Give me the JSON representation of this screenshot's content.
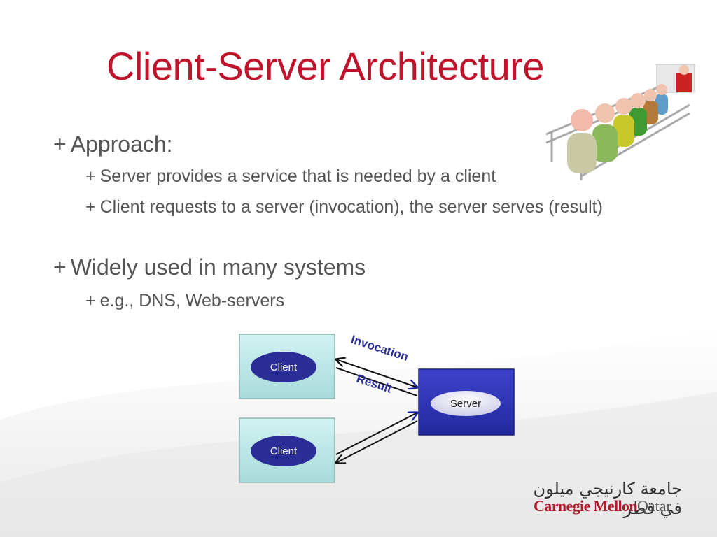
{
  "slide": {
    "title": "Client-Server Architecture",
    "bullets": [
      {
        "marker": "+",
        "text": "Approach:",
        "children": [
          {
            "marker": "+",
            "text": "Server provides a service that is needed by a client"
          },
          {
            "marker": "+",
            "text": "Client requests to a server (invocation), the server serves (result)"
          }
        ]
      },
      {
        "marker": "+",
        "text": "Widely used in many systems",
        "children": [
          {
            "marker": "+",
            "text": "e.g., DNS, Web-servers"
          }
        ]
      }
    ]
  },
  "diagram": {
    "clients": [
      {
        "label": "Client"
      },
      {
        "label": "Client"
      }
    ],
    "server": {
      "label": "Server"
    },
    "arrow_labels": {
      "invocation": "Invocation",
      "result": "Result"
    },
    "colors": {
      "client_box": "#bfe8e8",
      "client_ellipse": "#2a2e96",
      "server_box": "#2a31b8",
      "server_ellipse": "#e0e0f4",
      "arrow_text": "#2a2e96"
    }
  },
  "logo": {
    "arabic": "جامعة كارنيجي ميلون في قطر",
    "english_main": "Carnegie Mellon",
    "english_sub": "Qatar"
  },
  "theme": {
    "title_color": "#c0142c",
    "body_text_color": "#555555"
  }
}
